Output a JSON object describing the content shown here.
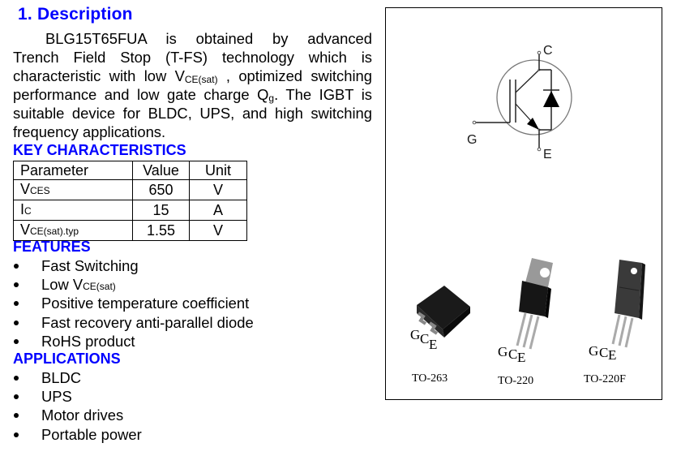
{
  "section_title": "1.  Description",
  "description": {
    "part_number": "BLG15T65FUA",
    "line1_rest": " is obtained by advanced",
    "line2": "Trench Field Stop (T-FS) technology which is",
    "line3_pre": "characteristic with low V",
    "line3_sub": "CE(sat)",
    "line3_post": " , optimized switching",
    "line4_pre": "performance and low gate charge Q",
    "line4_sub": "g",
    "line4_post": ". The IGBT is",
    "line5": "suitable device for BLDC, UPS, and high switching",
    "line6": "frequency applications."
  },
  "key_characteristics": {
    "heading": "KEY CHARACTERISTICS",
    "columns": [
      "Parameter",
      "Value",
      "Unit"
    ],
    "rows": [
      {
        "param_main": "V",
        "param_sub": "CES",
        "value": "650",
        "unit": "V"
      },
      {
        "param_main": "I",
        "param_sub": "C",
        "value": "15",
        "unit": "A"
      },
      {
        "param_main": "V",
        "param_sub": "CE(sat).typ",
        "value": "1.55",
        "unit": "V"
      }
    ]
  },
  "features": {
    "heading": "FEATURES",
    "items": [
      {
        "text": "Fast Switching"
      },
      {
        "text": "Low V",
        "sub": "CE(sat)"
      },
      {
        "text": "Positive temperature coefficient"
      },
      {
        "text": "Fast recovery anti-parallel diode"
      },
      {
        "text": "RoHS product"
      }
    ]
  },
  "applications": {
    "heading": "APPLICATIONS",
    "items": [
      "BLDC",
      "UPS",
      "Motor drives",
      "Portable power"
    ]
  },
  "symbol": {
    "collector_label": "C",
    "gate_label": "G",
    "emitter_label": "E",
    "label_color": "#1a1a1a"
  },
  "packages": [
    {
      "name": "TO-263",
      "pins": [
        "G",
        "C",
        "E"
      ]
    },
    {
      "name": "TO-220",
      "pins": [
        "G",
        "C",
        "E"
      ]
    },
    {
      "name": "TO-220F",
      "pins": [
        "G",
        "C",
        "E"
      ]
    }
  ],
  "colors": {
    "heading_blue": "#0000ff"
  }
}
